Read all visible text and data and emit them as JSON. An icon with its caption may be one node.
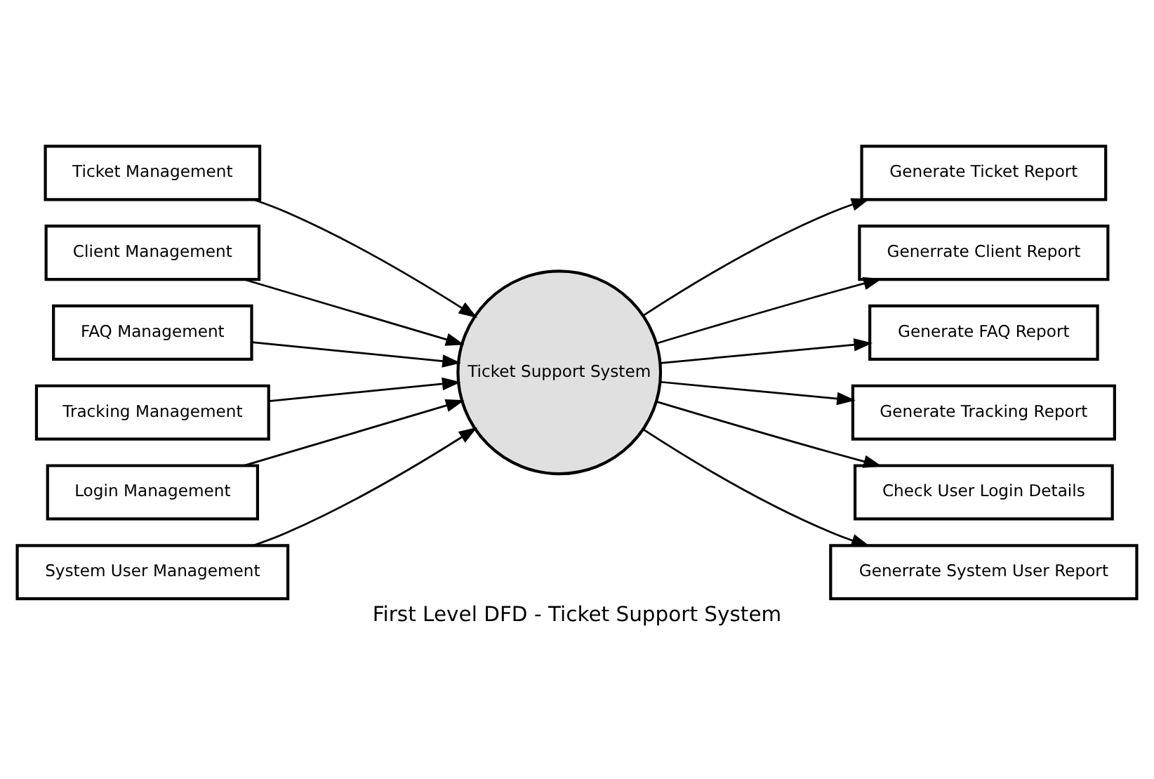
{
  "diagram": {
    "title": "First Level DFD - Ticket Support System",
    "nodes": [
      {
        "text": [
          "Ticket Management"
        ]
      },
      {
        "text": [
          "Client Management"
        ]
      },
      {
        "text": [
          "FAQ Management"
        ]
      },
      {
        "text": [
          "Tracking Management"
        ]
      },
      {
        "text": [
          "Login Management"
        ]
      },
      {
        "text": [
          "System User Management"
        ]
      },
      {
        "text": [
          "Ticket Support System"
        ]
      },
      {
        "text": [
          "Generate Ticket Report"
        ]
      },
      {
        "text": [
          "Generrate Client Report"
        ]
      },
      {
        "text": [
          "Generate FAQ Report"
        ]
      },
      {
        "text": [
          "Generate Tracking Report"
        ]
      },
      {
        "text": [
          "Check User Login Details"
        ]
      },
      {
        "text": [
          "Generrate System User Report"
        ]
      }
    ],
    "edges": [
      {
        "from": 0,
        "to": 6,
        "arrow": "to"
      },
      {
        "from": 1,
        "to": 6,
        "arrow": "to"
      },
      {
        "from": 2,
        "to": 6,
        "arrow": "to"
      },
      {
        "from": 3,
        "to": 6,
        "arrow": "to"
      },
      {
        "from": 4,
        "to": 6,
        "arrow": "to"
      },
      {
        "from": 5,
        "to": 6,
        "arrow": "to"
      },
      {
        "from": 6,
        "to": 7,
        "arrow": "to"
      },
      {
        "from": 6,
        "to": 8,
        "arrow": "to"
      },
      {
        "from": 6,
        "to": 9,
        "arrow": "to"
      },
      {
        "from": 6,
        "to": 10,
        "arrow": "to"
      },
      {
        "from": 6,
        "to": 11,
        "arrow": "to"
      },
      {
        "from": 6,
        "to": 12,
        "arrow": "to"
      }
    ]
  }
}
